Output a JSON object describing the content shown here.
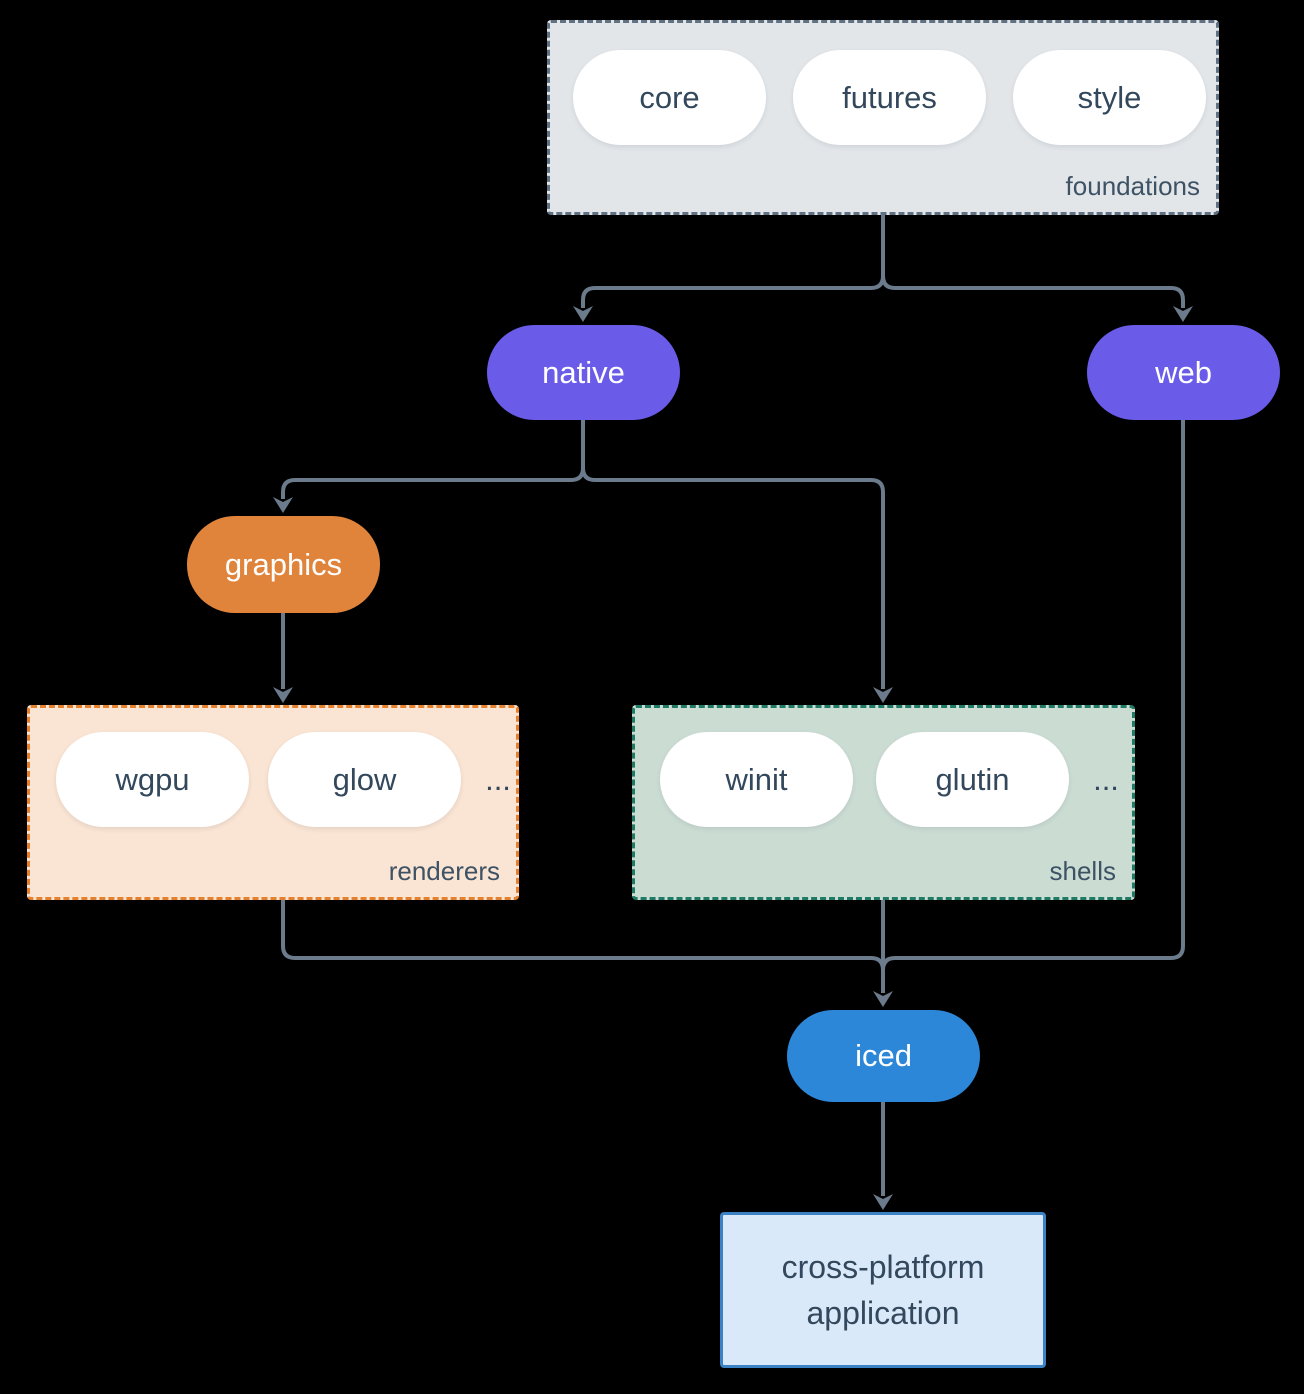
{
  "diagram": {
    "groups": {
      "foundations": {
        "label": "foundations",
        "pills": [
          "core",
          "futures",
          "style"
        ]
      },
      "renderers": {
        "label": "renderers",
        "pills": [
          "wgpu",
          "glow"
        ],
        "more": "..."
      },
      "shells": {
        "label": "shells",
        "pills": [
          "winit",
          "glutin"
        ],
        "more": "..."
      }
    },
    "nodes": {
      "native": "native",
      "web": "web",
      "graphics": "graphics",
      "iced": "iced",
      "application_line1": "cross-platform",
      "application_line2": "application"
    }
  },
  "colors": {
    "background": "#000000",
    "line": "#6b7b8c",
    "node_purple": "#6a5ce8",
    "node_orange": "#e0843c",
    "node_blue": "#2d87d8",
    "foundations_fill": "#e2e6e9",
    "foundations_border": "#5f7183",
    "renderers_fill": "#fae4d3",
    "renderers_border": "#e5802c",
    "shells_fill": "#cbdcd3",
    "shells_border": "#1f7a66",
    "app_fill": "#d9e9f9",
    "app_border": "#3b82c4",
    "pill_fill": "#ffffff",
    "ink": "#33485c",
    "label": "#3d5265",
    "text_light": "#ffffff"
  }
}
